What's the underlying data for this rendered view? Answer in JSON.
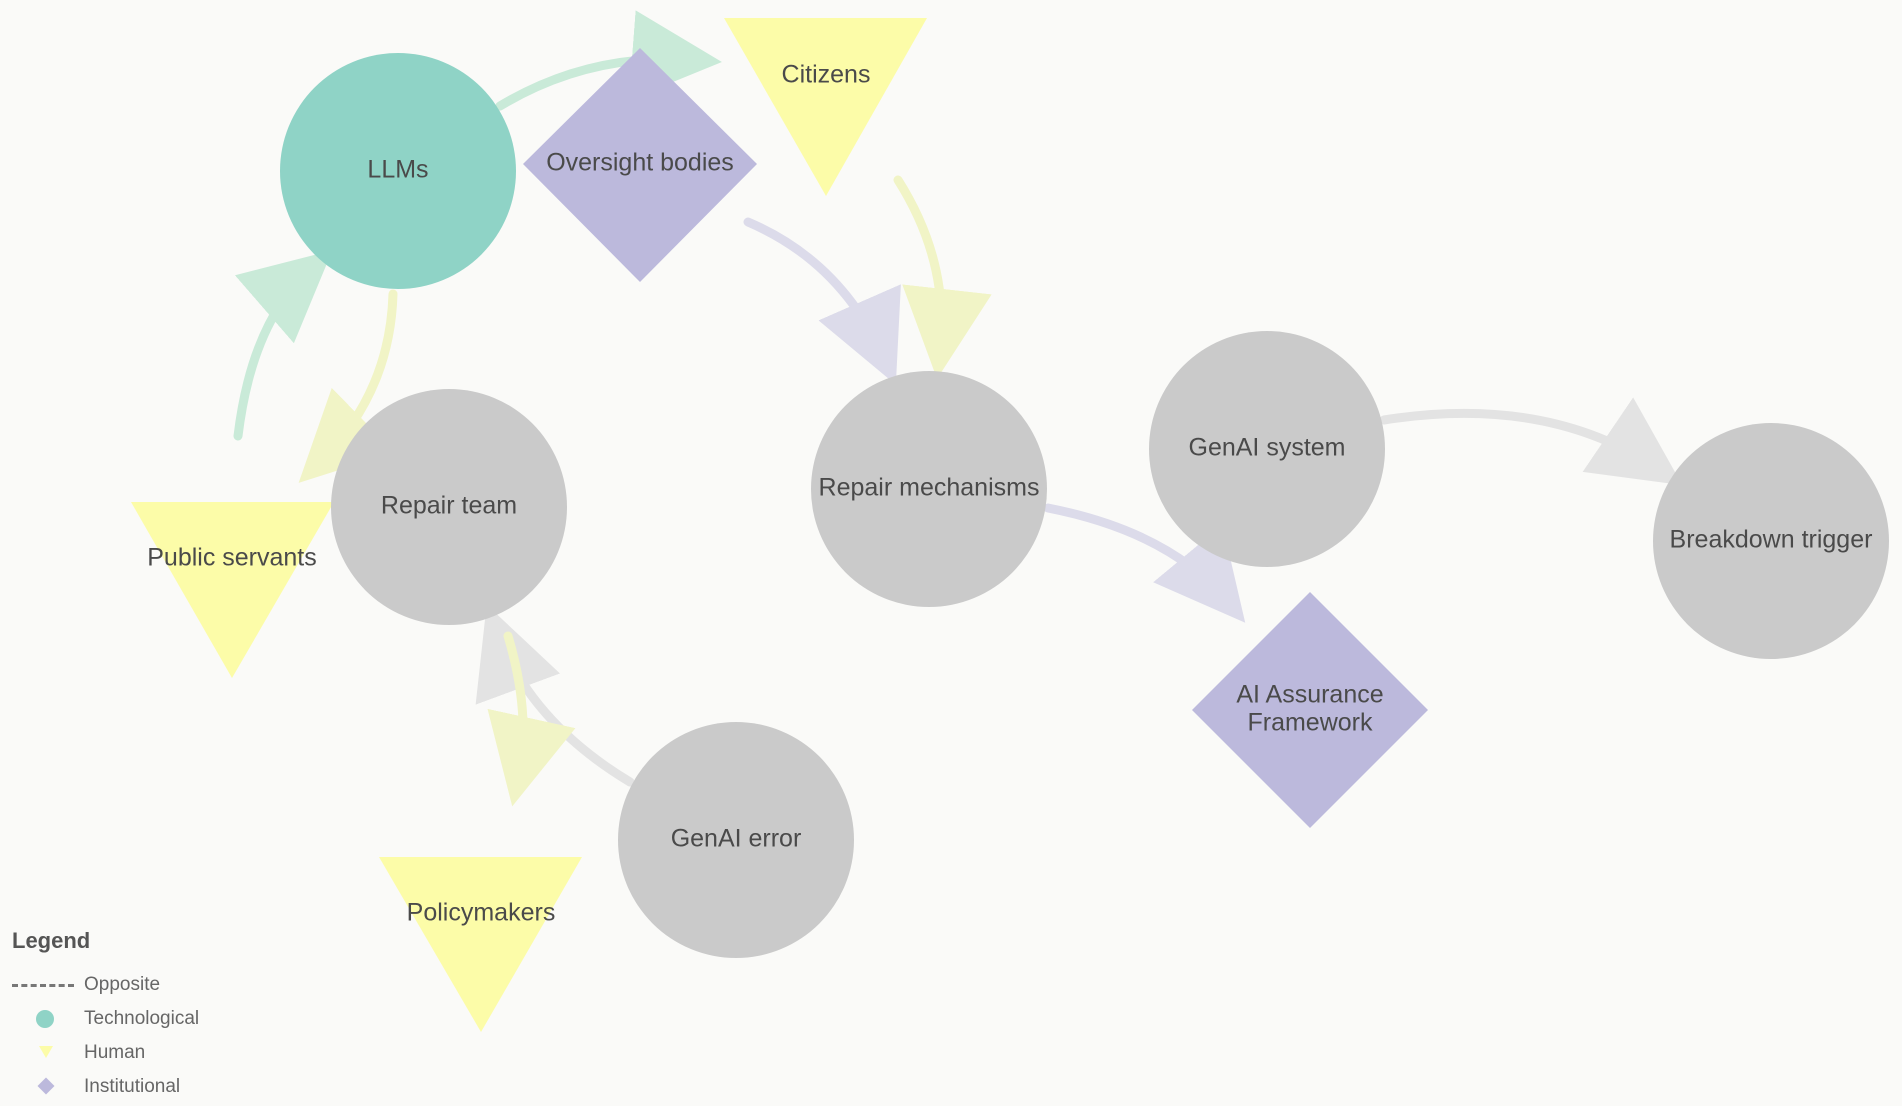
{
  "colors": {
    "technological": "#8fd3c6",
    "human": "#fcfca8",
    "institutional": "#bcb9dc",
    "neutral": "#cacaca",
    "edge_gray": "#e3e3e3",
    "edge_purple": "#dcdbea",
    "edge_teal": "#c9ead8",
    "edge_yellow": "#f1f4c6"
  },
  "nodes": {
    "llms": {
      "label": "LLMs",
      "category": "technological"
    },
    "oversight_bodies": {
      "label": "Oversight bodies",
      "category": "institutional"
    },
    "citizens": {
      "label": "Citizens",
      "category": "human"
    },
    "public_servants": {
      "label": "Public servants",
      "category": "human"
    },
    "repair_team": {
      "label": "Repair team",
      "category": "neutral"
    },
    "repair_mechanisms": {
      "label": "Repair mechanisms",
      "category": "neutral"
    },
    "genai_system": {
      "label": "GenAI system",
      "category": "neutral"
    },
    "breakdown_trigger": {
      "label": "Breakdown trigger",
      "category": "neutral"
    },
    "ai_assurance": {
      "label_line1": "AI Assurance",
      "label_line2": "Framework",
      "category": "institutional"
    },
    "genai_error": {
      "label": "GenAI error",
      "category": "neutral"
    },
    "policymakers": {
      "label": "Policymakers",
      "category": "human"
    }
  },
  "edges": [
    {
      "from": "LLMs",
      "to": "Citizens"
    },
    {
      "from": "Oversight bodies",
      "to": "Repair mechanisms"
    },
    {
      "from": "Citizens",
      "to": "Repair mechanisms"
    },
    {
      "from": "Public servants",
      "to": "LLMs"
    },
    {
      "from": "LLMs",
      "to": "Public servants"
    },
    {
      "from": "Repair mechanisms",
      "to": "AI Assurance Framework"
    },
    {
      "from": "GenAI system",
      "to": "Breakdown trigger"
    },
    {
      "from": "GenAI error",
      "to": "Repair team"
    },
    {
      "from": "Repair team",
      "to": "Policymakers"
    }
  ],
  "legend": {
    "title": "Legend",
    "items": {
      "opposite": "Opposite",
      "technological": "Technological",
      "human": "Human",
      "institutional": "Institutional"
    }
  }
}
